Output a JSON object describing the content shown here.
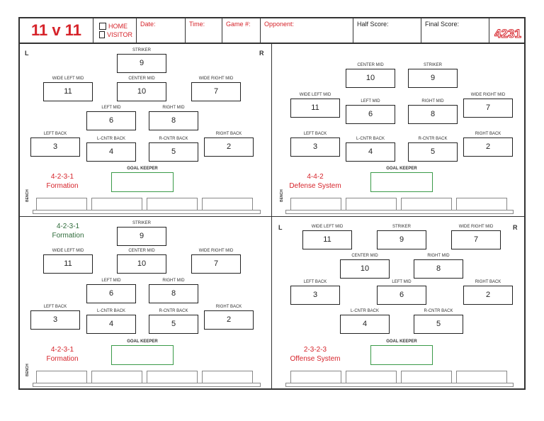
{
  "header": {
    "title": "11 v 11",
    "home_label": "HOME",
    "visitor_label": "VISITOR",
    "date_label": "Date:",
    "time_label": "Time:",
    "game_label": "Game #:",
    "opponent_label": "Opponent:",
    "half_score_label": "Half Score:",
    "final_score_label": "Final Score:",
    "code": "4231"
  },
  "side_left": "L",
  "side_right": "R",
  "goalkeeper_label": "GOAL KEEPER",
  "bench_label": "BENCH",
  "panels": [
    {
      "formation_line1": "4-2-3-1",
      "formation_line2": "Formation",
      "positions": [
        {
          "label": "STRIKER",
          "number": "9"
        },
        {
          "label": "WIDE LEFT MID",
          "number": "11"
        },
        {
          "label": "CENTER MID",
          "number": "10"
        },
        {
          "label": "WIDE RIGHT MID",
          "number": "7"
        },
        {
          "label": "LEFT MID",
          "number": "6"
        },
        {
          "label": "RIGHT MID",
          "number": "8"
        },
        {
          "label": "LEFT BACK",
          "number": "3"
        },
        {
          "label": "L-CNTR BACK",
          "number": "4"
        },
        {
          "label": "R-CNTR BACK",
          "number": "5"
        },
        {
          "label": "RIGHT BACK",
          "number": "2"
        }
      ]
    },
    {
      "formation_line1": "4-4-2",
      "formation_line2": "Defense System",
      "positions": [
        {
          "label": "CENTER MID",
          "number": "10"
        },
        {
          "label": "STRIKER",
          "number": "9"
        },
        {
          "label": "WIDE LEFT MID",
          "number": "11"
        },
        {
          "label": "LEFT MID",
          "number": "6"
        },
        {
          "label": "RIGHT MID",
          "number": "8"
        },
        {
          "label": "WIDE RIGHT MID",
          "number": "7"
        },
        {
          "label": "LEFT BACK",
          "number": "3"
        },
        {
          "label": "L-CNTR BACK",
          "number": "4"
        },
        {
          "label": "R-CNTR BACK",
          "number": "5"
        },
        {
          "label": "RIGHT BACK",
          "number": "2"
        }
      ]
    },
    {
      "top_line1": "4-2-3-1",
      "top_line2": "Formation",
      "formation_line1": "4-2-3-1",
      "formation_line2": "Formation",
      "positions": [
        {
          "label": "STRIKER",
          "number": "9"
        },
        {
          "label": "WIDE LEFT MID",
          "number": "11"
        },
        {
          "label": "CENTER MID",
          "number": "10"
        },
        {
          "label": "WIDE RIGHT MID",
          "number": "7"
        },
        {
          "label": "LEFT MID",
          "number": "6"
        },
        {
          "label": "RIGHT MID",
          "number": "8"
        },
        {
          "label": "LEFT BACK",
          "number": "3"
        },
        {
          "label": "L-CNTR BACK",
          "number": "4"
        },
        {
          "label": "R-CNTR BACK",
          "number": "5"
        },
        {
          "label": "RIGHT BACK",
          "number": "2"
        }
      ]
    },
    {
      "formation_line1": "2-3-2-3",
      "formation_line2": "Offense System",
      "positions": [
        {
          "label": "WIDE LEFT MID",
          "number": "11"
        },
        {
          "label": "STRIKER",
          "number": "9"
        },
        {
          "label": "WIDE RIGHT MID",
          "number": "7"
        },
        {
          "label": "CENTER MID",
          "number": "10"
        },
        {
          "label": "RIGHT MID",
          "number": "8"
        },
        {
          "label": "LEFT BACK",
          "number": "3"
        },
        {
          "label": "LEFT MID",
          "number": "6"
        },
        {
          "label": "RIGHT BACK",
          "number": "2"
        },
        {
          "label": "L-CNTR BACK",
          "number": "4"
        },
        {
          "label": "R-CNTR BACK",
          "number": "5"
        }
      ]
    }
  ],
  "colors": {
    "accent": "#d6232a",
    "goalkeeper": "#3a9a48",
    "formation_green": "#2e6b3a"
  }
}
